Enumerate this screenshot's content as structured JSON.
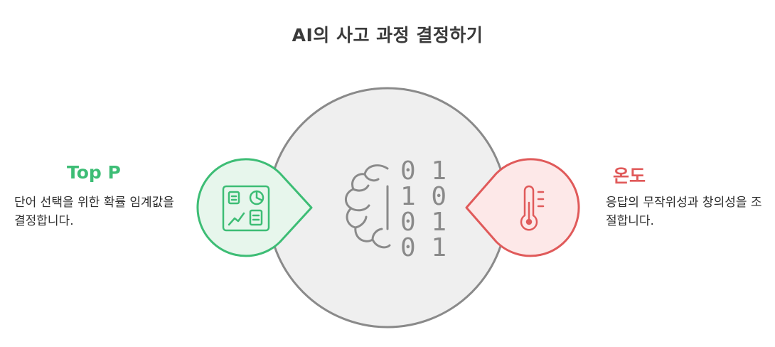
{
  "title": "AI의 사고 과정 결정하기",
  "left": {
    "label": "Top P",
    "description": "단어 선택을 위한 확률 임계값을 결정합니다.",
    "icon": "dashboard-chart-icon",
    "color": "#3dbd75"
  },
  "right": {
    "label": "온도",
    "description": "응답의 무작위성과 창의성을 조절합니다.",
    "icon": "thermometer-icon",
    "color": "#e05a5a"
  },
  "center": {
    "icon": "brain-binary-icon",
    "binary_rows": [
      "0 1",
      "1 0",
      "0 1",
      "0 1"
    ]
  }
}
